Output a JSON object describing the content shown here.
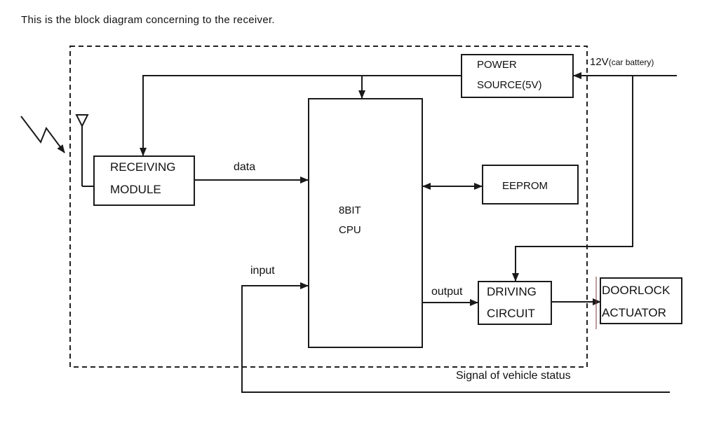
{
  "heading": "This is  the block diagram concerning to the receiver.",
  "blocks": {
    "power_source": [
      "POWER",
      "SOURCE(5V)"
    ],
    "receiving_module": [
      "RECEIVING",
      "MODULE"
    ],
    "cpu": [
      "8BIT",
      "CPU"
    ],
    "eeprom": "EEPROM",
    "driving_circuit": [
      "DRIVING",
      "CIRCUIT"
    ],
    "doorlock_actuator": [
      "DOORLOCK",
      "ACTUATOR"
    ]
  },
  "labels": {
    "battery_main": "12V",
    "battery_note": "(car battery)",
    "data": "data",
    "input": "input",
    "output": "output",
    "vehicle_signal": "Signal of vehicle status"
  },
  "colors": {
    "line": "#1a1a1a",
    "dashed_boundary": "#222222",
    "actuator_separator": "#7a3b3b"
  }
}
